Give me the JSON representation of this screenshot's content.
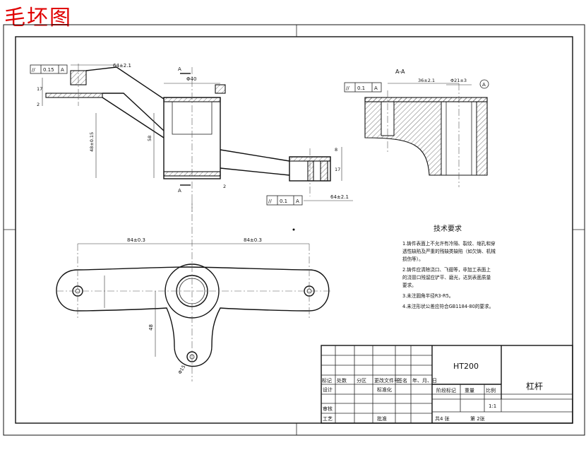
{
  "sheet": {
    "stamp_title": "毛坯图"
  },
  "views": {
    "section_label": "A-A",
    "section_mark_top": "A",
    "section_mark_bottom": "A",
    "datum_label": "A"
  },
  "dimensions": {
    "front_top_left": "64±2.1",
    "front_boss_dia": "Φ40",
    "front_tol_left": "0.15",
    "front_tol_right": "0.1",
    "front_bottom_right": "64±2.1",
    "front_height_left": "17",
    "front_height_left2": "2",
    "front_height_main": "58",
    "front_height_arm": "48±0.15",
    "front_right_a": "2",
    "front_right_b": "8",
    "front_right_c": "17",
    "section_tol": "0.1",
    "section_dim_left": "36±2.1",
    "section_dim_right": "Φ21±3",
    "top_left": "84±0.3",
    "top_right": "84±0.3",
    "top_height": "48",
    "top_dia": "Φ15"
  },
  "tech_requirements": {
    "title": "技术要求",
    "items": [
      "1.铸件表面上不允许有冷隔、裂纹、缩孔和穿透性缺陷及严重的残缺类缺陷（如欠铸、机械损伤等）。",
      "2.铸件应清除浇口、飞翅等，非加工表面上的浇冒口残留应铲平、磨光，达到表面质量要求。",
      "3.未注圆角半径R3-R5。",
      "4.未注形状公差应符合GB1184-80的要求。"
    ]
  },
  "title_block": {
    "material": "HT200",
    "part_name": "杠杆",
    "row_revision": [
      "标记",
      "处数",
      "分区",
      "更改文件号",
      "签名",
      "年、月、日"
    ],
    "label_design": "设计",
    "label_standard": "标准化",
    "label_review": "审核",
    "label_process": "工艺",
    "label_approve": "批准",
    "label_stage": "阶段标记",
    "label_weight": "重量",
    "label_scale": "比例",
    "scale": "1:1",
    "sheets_total": "共4 张",
    "sheet_no": "第 2张"
  }
}
